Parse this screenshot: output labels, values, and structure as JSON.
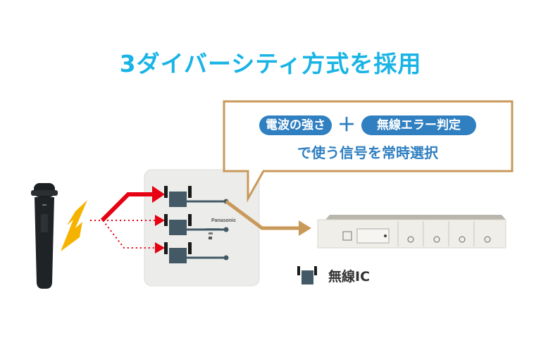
{
  "title": "3ダイバーシティ方式を採用",
  "callout": {
    "pill_signal_strength": "電波の強さ",
    "plus": "＋",
    "pill_error_detection": "無線エラー判定",
    "caption": "で使う信号を常時選択"
  },
  "antenna_unit": {
    "brand": "Panasonic",
    "receivers": 3,
    "active_receiver_index": 0
  },
  "legend": {
    "label": "無線IC",
    "icon": "wireless-ic-icon"
  },
  "colors": {
    "title": "#18b4e6",
    "callout_accent": "#2f7fc1",
    "callout_border": "#c9995a",
    "signal_arrow": "#e60012",
    "output_arrow": "#c9995a",
    "wireless_ic": "#435a66",
    "lightning": "#f5b300"
  }
}
